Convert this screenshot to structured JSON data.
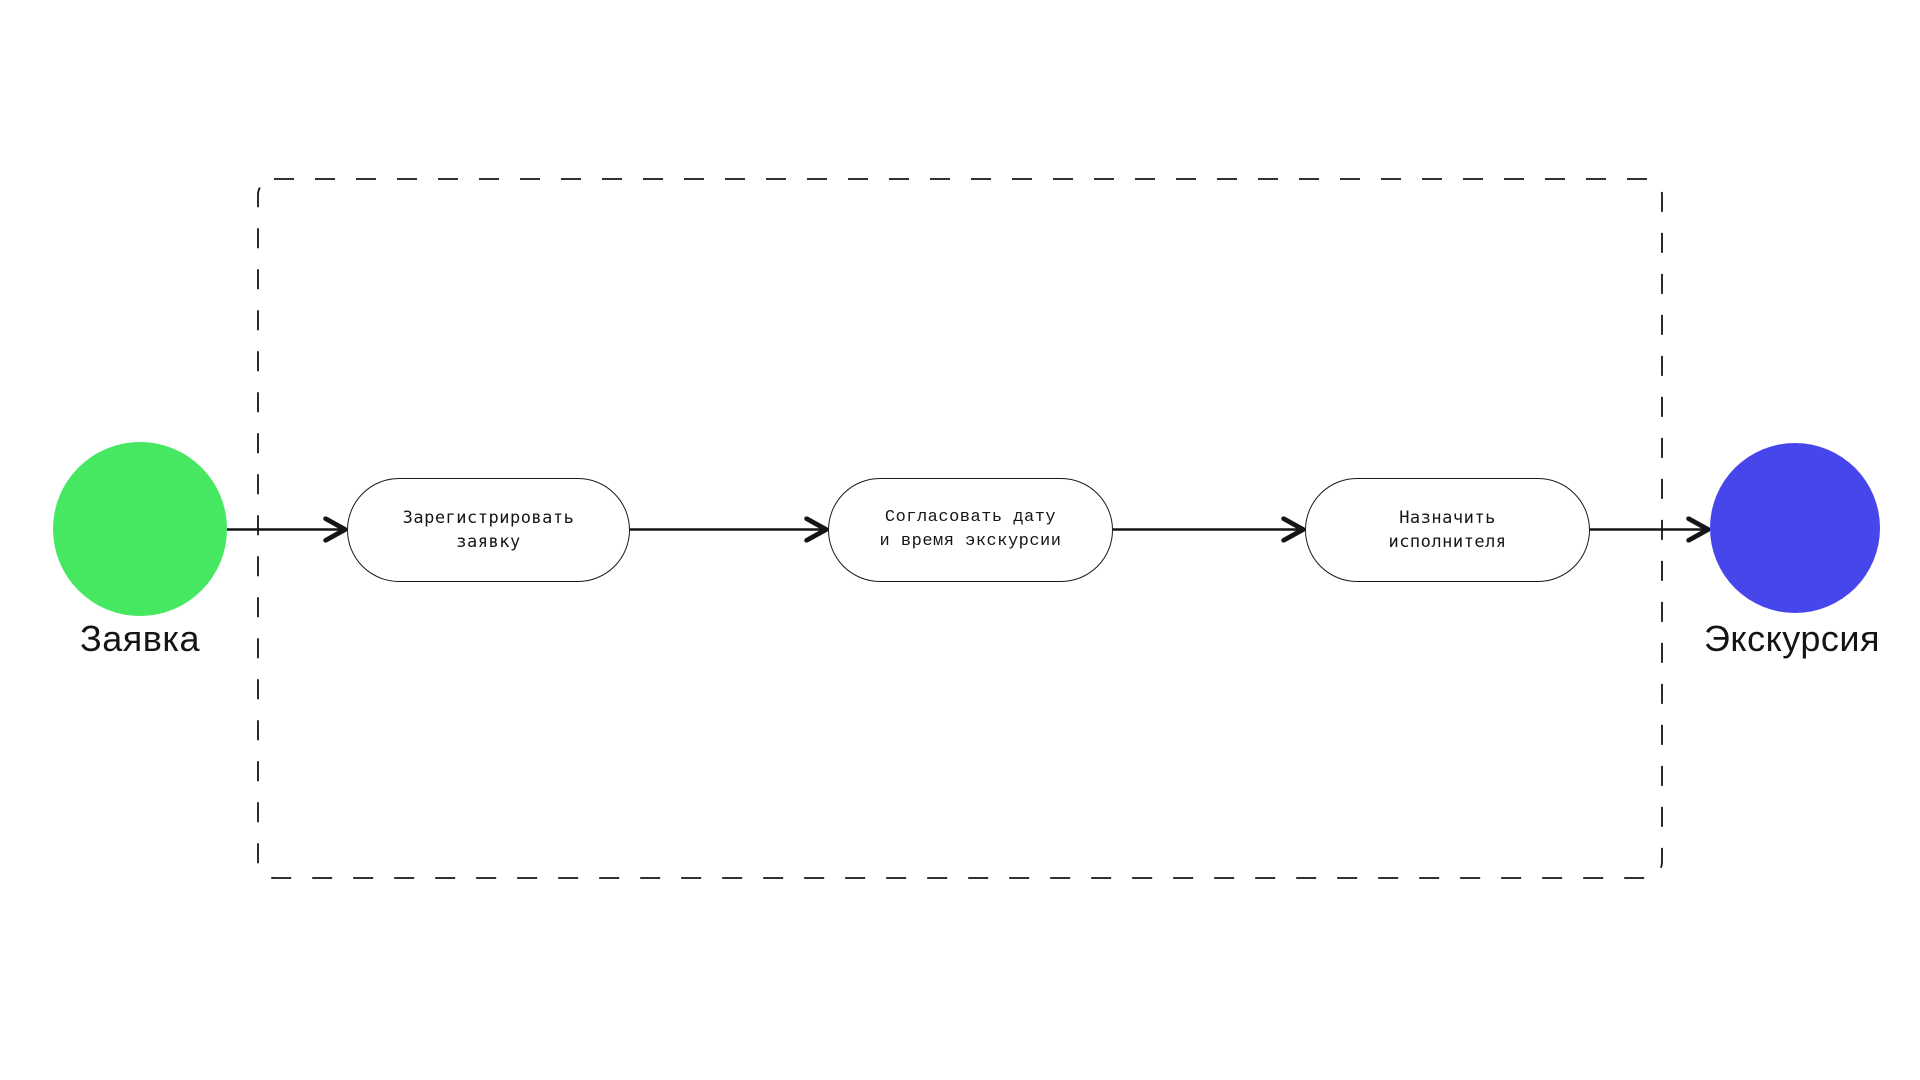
{
  "diagram": {
    "start_node": {
      "label": "Заявка",
      "color": "#47E861"
    },
    "end_node": {
      "label": "Экскурсия",
      "color": "#4746EA"
    },
    "steps": [
      {
        "label": "Зарегистрировать\nзаявку"
      },
      {
        "label": "Согласовать дату\nи время экскурсии"
      },
      {
        "label": "Назначить\nисполнителя"
      }
    ],
    "stroke_color": "#151515"
  }
}
